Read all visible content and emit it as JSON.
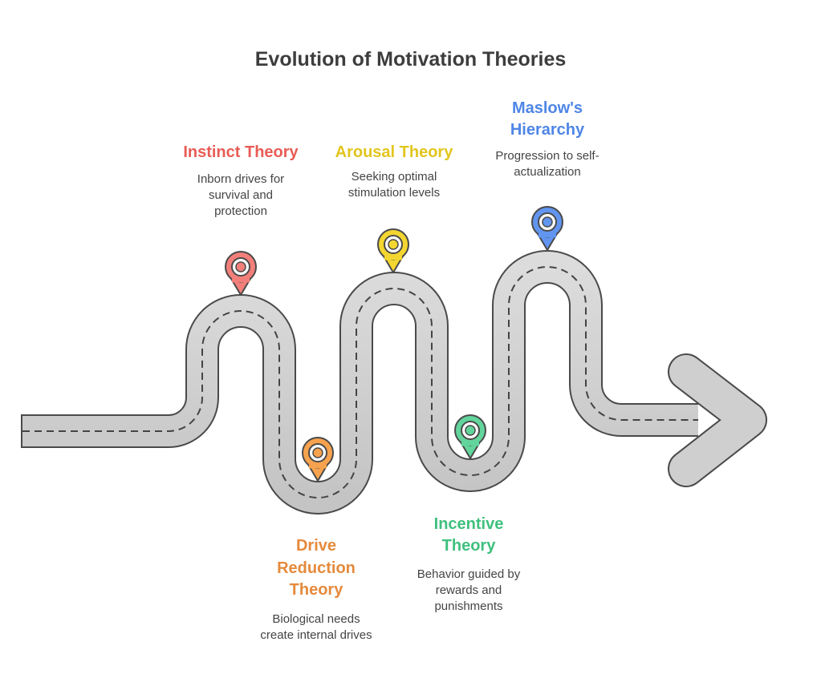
{
  "title": "Evolution of Motivation Theories",
  "milestones": [
    {
      "name": "instinct",
      "title": [
        "Instinct Theory"
      ],
      "desc": [
        "Inborn drives for",
        "survival and",
        "protection"
      ],
      "color": "#e85c55",
      "pin": "#f27f7a"
    },
    {
      "name": "drive-reduction",
      "title": [
        "Drive",
        "Reduction",
        "Theory"
      ],
      "desc": [
        "Biological needs",
        "create internal drives"
      ],
      "color": "#e58a3c",
      "pin": "#f7a24e"
    },
    {
      "name": "arousal",
      "title": [
        "Arousal Theory"
      ],
      "desc": [
        "Seeking optimal",
        "stimulation levels"
      ],
      "color": "#e2c51d",
      "pin": "#f3d630"
    },
    {
      "name": "incentive",
      "title": [
        "Incentive",
        "Theory"
      ],
      "desc": [
        "Behavior guided by",
        "rewards and",
        "punishments"
      ],
      "color": "#3fc07e",
      "pin": "#62d59c"
    },
    {
      "name": "maslow",
      "title": [
        "Maslow's",
        "Hierarchy"
      ],
      "desc": [
        "Progression to self-",
        "actualization"
      ],
      "color": "#4f86e6",
      "pin": "#6295f0"
    }
  ]
}
